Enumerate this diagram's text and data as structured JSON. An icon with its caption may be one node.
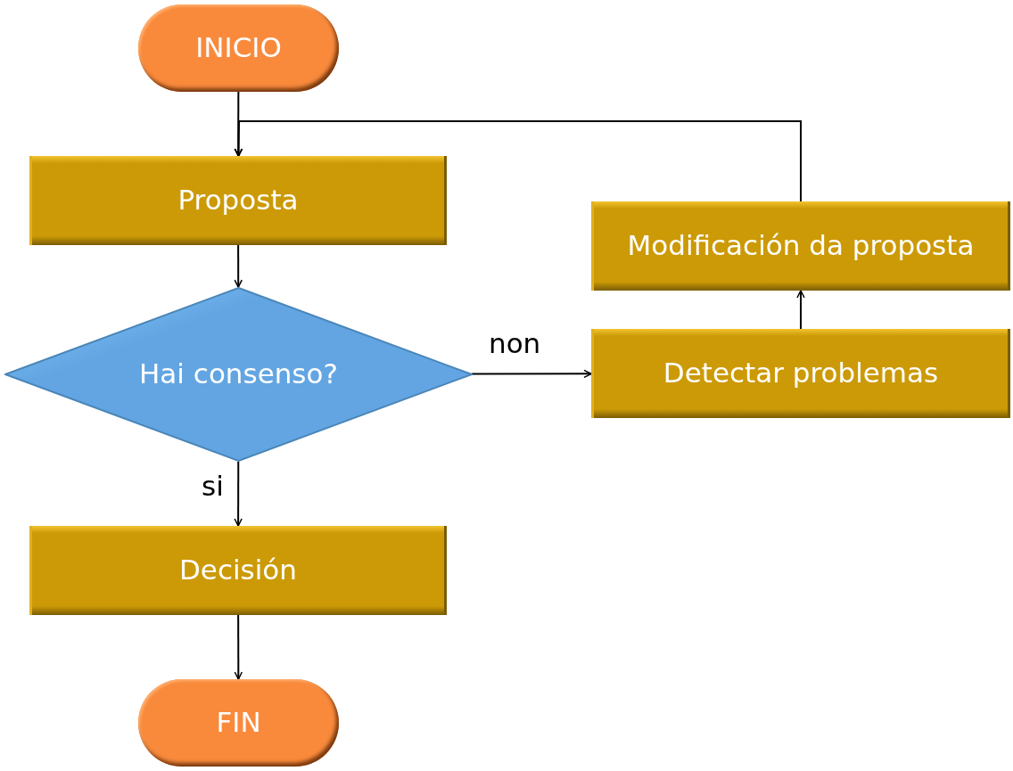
{
  "diagram": {
    "nodes": [
      {
        "text": [
          "INICIO"
        ]
      },
      {
        "text": [
          "Proposta"
        ]
      },
      {
        "text": [
          "Hai consenso?"
        ]
      },
      {
        "text": [
          "Decisión"
        ]
      },
      {
        "text": [
          "FIN"
        ]
      },
      {
        "text": [
          "Detectar problemas"
        ]
      },
      {
        "text": [
          "Modificación da proposta"
        ]
      }
    ],
    "edges": [
      {
        "from": 0,
        "to": 1,
        "arrow": "to"
      },
      {
        "from": 1,
        "to": 2,
        "arrow": "to"
      },
      {
        "from": 2,
        "to": 3,
        "arrow": "to",
        "label": "si"
      },
      {
        "from": 2,
        "to": 5,
        "arrow": "to",
        "label": "non"
      },
      {
        "from": 5,
        "to": 6,
        "arrow": "to"
      },
      {
        "from": 6,
        "to": 1,
        "arrow": "to"
      },
      {
        "from": 3,
        "to": 4,
        "arrow": "to"
      }
    ]
  }
}
